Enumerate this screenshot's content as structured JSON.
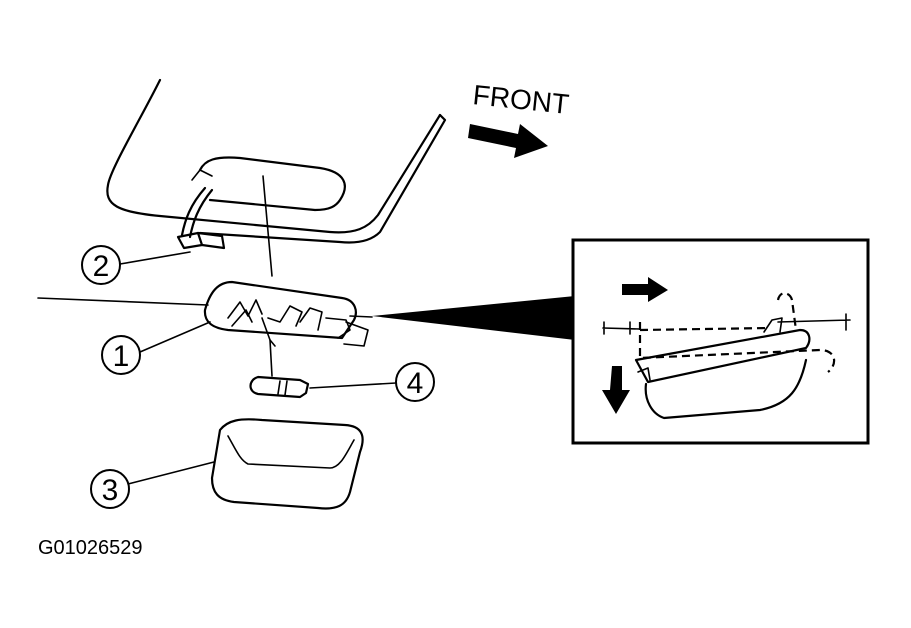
{
  "direction_label": "FRONT",
  "figure_id": "G01026529",
  "callouts": [
    "1",
    "2",
    "3",
    "4"
  ],
  "colors": {
    "ink": "#000000",
    "background": "#ffffff"
  }
}
